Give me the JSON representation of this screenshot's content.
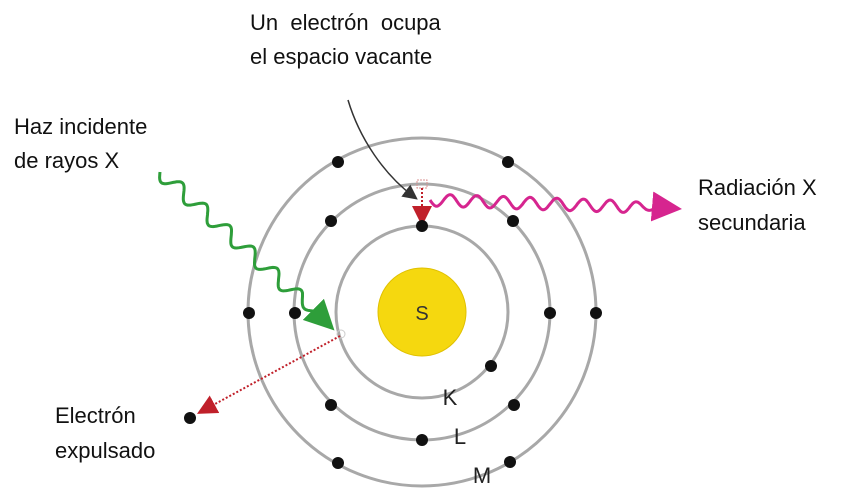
{
  "labels": {
    "vacancy_line1": "Un  electrón  ocupa",
    "vacancy_line2": "el espacio vacante",
    "incident_line1": "Haz incidente",
    "incident_line2": "de rayos X",
    "secondary_line1": "Radiación X",
    "secondary_line2": "secundaria",
    "ejected_line1": "Electrón",
    "ejected_line2": "expulsado"
  },
  "nucleus": {
    "label": "S",
    "color": "#f5d80f",
    "stroke": "#e0c000"
  },
  "shells": [
    {
      "label": "K"
    },
    {
      "label": "L"
    },
    {
      "label": "M"
    }
  ],
  "colors": {
    "orbit": "#a8a8a8",
    "electron": "#111111",
    "incident_ray": "#2e9e3a",
    "secondary_ray": "#d6258f",
    "ejection_path": "#c0202a",
    "vacancy_arrow": "#333333"
  }
}
